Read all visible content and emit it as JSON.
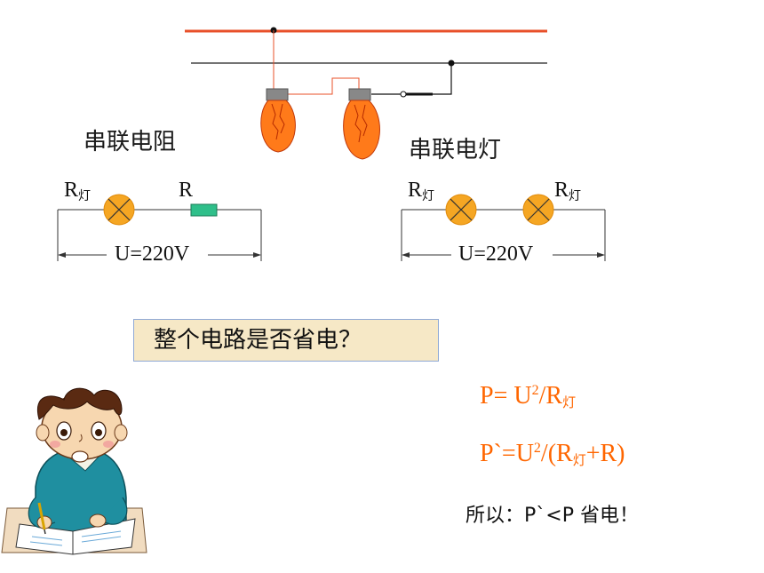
{
  "top_diagram": {
    "label_resistor": "串联电阻",
    "label_lamp": "串联电灯"
  },
  "circuit_left": {
    "lamp_label_main": "R",
    "lamp_label_sub": "灯",
    "resistor_label": "R",
    "voltage_label": "U=220V"
  },
  "circuit_right": {
    "lamp1_label_main": "R",
    "lamp1_label_sub": "灯",
    "lamp2_label_main": "R",
    "lamp2_label_sub": "灯",
    "voltage_label": "U=220V"
  },
  "question": "整个电路是否省电？",
  "formulas": {
    "f1_left": "P= U",
    "f1_sup": "2",
    "f1_mid": "/R",
    "f1_sub": "灯",
    "f2_left": "P`=U",
    "f2_sup": "2",
    "f2_mid": "/(R",
    "f2_sub": "灯",
    "f2_right": "+R)"
  },
  "conclusion": "所以：P`<P 省电！",
  "colors": {
    "live_wire": "#e8502a",
    "bulb": "#ff7a1a",
    "lamp_symbol": "#f5a623",
    "resistor": "#2fbf8a",
    "formula": "#ff6600",
    "question_bg": "#f6e8c6",
    "question_border": "#8fa9d6"
  }
}
